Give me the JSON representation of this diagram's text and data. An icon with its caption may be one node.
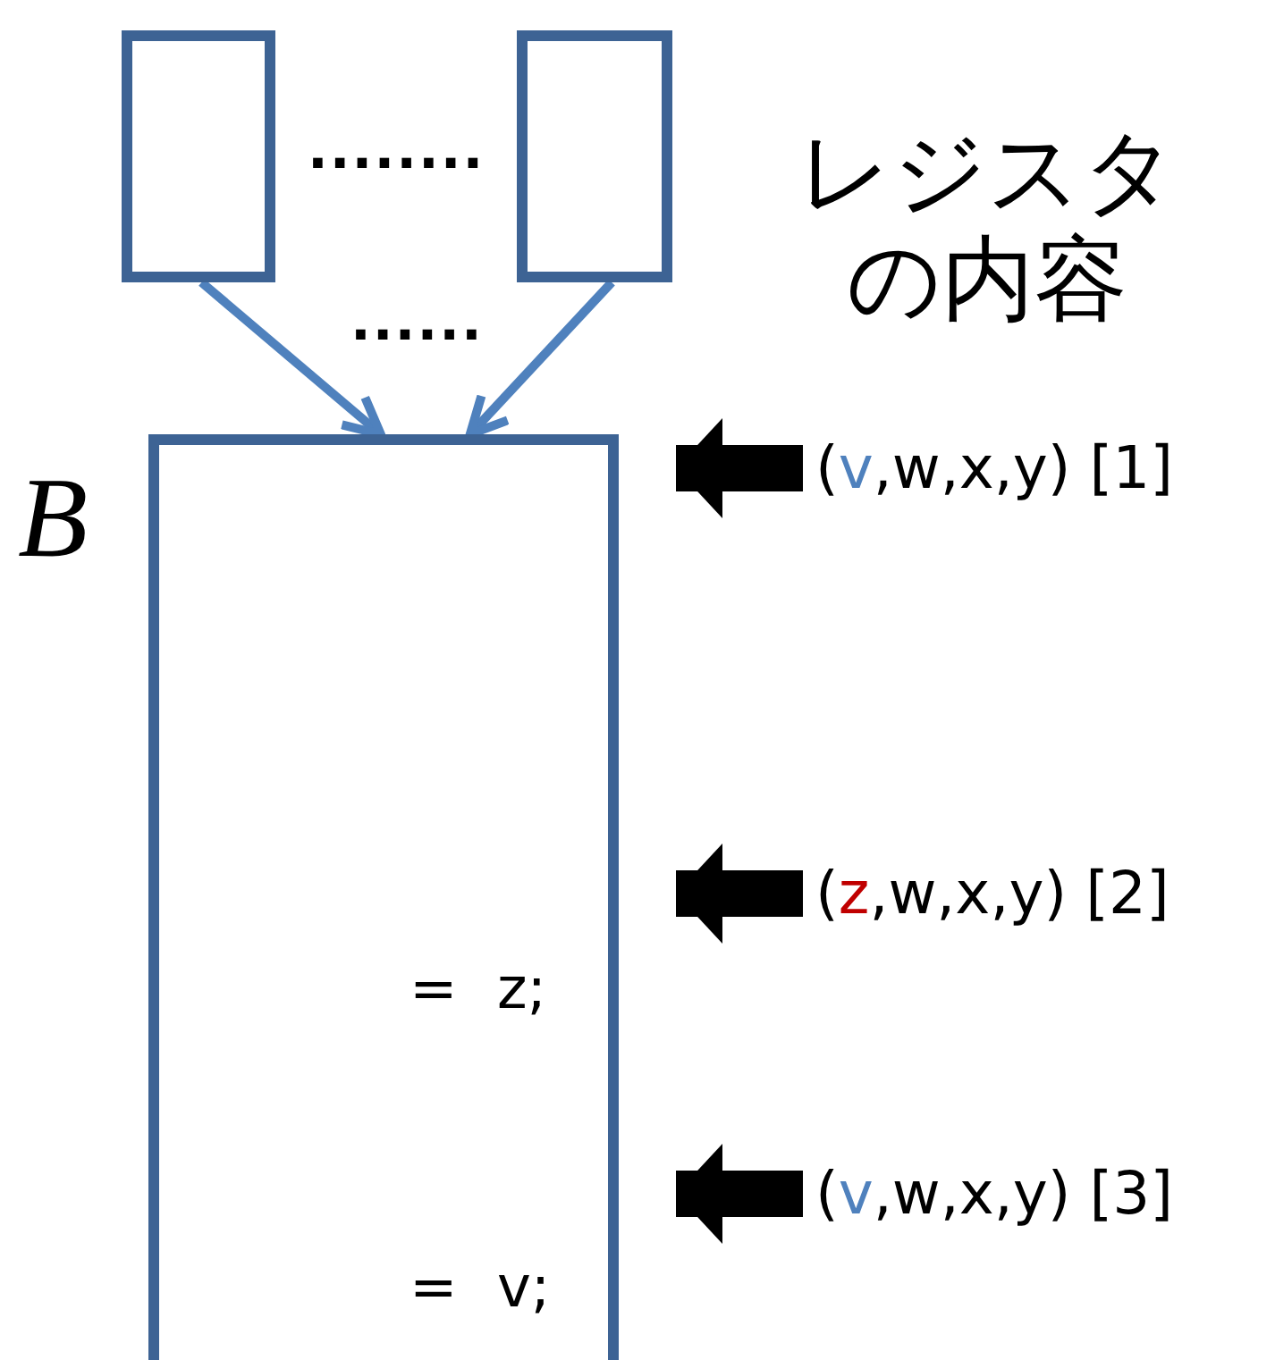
{
  "diagram": {
    "nodes": [
      {
        "text": [],
        "shape": "box"
      },
      {
        "text": [],
        "shape": "box"
      },
      {
        "text": [
          "= z;",
          "= v;"
        ],
        "beside": [
          "B"
        ]
      },
      {
        "text": [
          "(v,w,x,y) [1]"
        ]
      },
      {
        "text": [
          "(z,w,x,y) [2]"
        ]
      },
      {
        "text": [
          "(v,w,x,y) [3]"
        ]
      }
    ],
    "edges": [
      {
        "from": 0,
        "to": 2,
        "arrow": "to",
        "color": "#4f81bd"
      },
      {
        "from": 1,
        "to": 2,
        "arrow": "to",
        "color": "#4f81bd"
      },
      {
        "from": 3,
        "to": 2,
        "arrow": "to"
      },
      {
        "from": 4,
        "to": 2,
        "arrow": "to"
      },
      {
        "from": 5,
        "to": 2,
        "arrow": "to"
      }
    ],
    "labels": [
      "........",
      "......",
      "レジスタの内容"
    ]
  }
}
